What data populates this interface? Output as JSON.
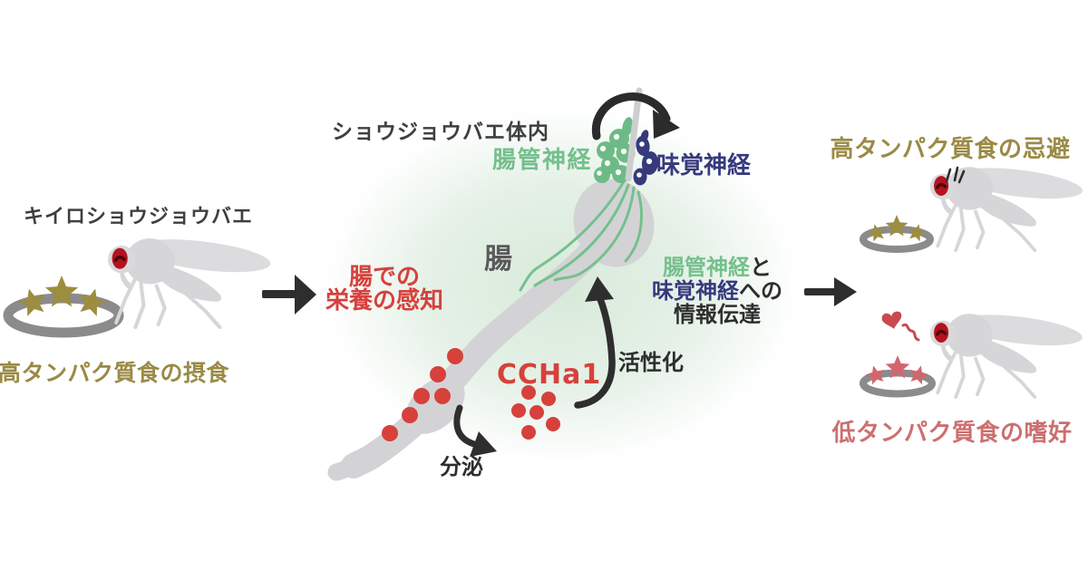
{
  "figure": {
    "title_implicit": "Drosophila gut nutrient sensing diagram"
  },
  "palette": {
    "accent_red": "#d6413c",
    "accent_green": "#74c08d",
    "cluster_green": "#6cbb86",
    "accent_navy": "#363a7d",
    "accent_gold": "#9a8a45",
    "accent_pink": "#cd6f70",
    "star_gold": "#9d8d3f",
    "star_pink": "#d2666e",
    "fly_gray": "#d6d6d8",
    "wing_gray": "#dcdcde",
    "gut_gray": "#d3d3d6",
    "plate_gray": "#8b8b8d",
    "arrow_black": "#2e2e2e",
    "text_dark": "#3f3f3f",
    "eye_red": "#b5121f"
  },
  "icons": {
    "fly-icon": "stylized fruit fly silhouette",
    "plate-icon": "gray ring dish",
    "star-icon": "five-point star",
    "heart-icon": "small heart with squiggle",
    "arrow-right-icon": "black right arrow",
    "curved-arrow-icon": "curved black arrow",
    "loop-arrow-icon": "circular loop arrow",
    "stress-marks-icon": "three short strokes"
  },
  "left_panel": {
    "species_label": "キイロショウジョウバエ",
    "caption": "高タンパク質食の摂食"
  },
  "center_panel": {
    "body_label": "ショウジョウバエ体内",
    "gut_nerve_label": "腸管神経",
    "taste_nerve_label": "味覚神経",
    "gut_label": "腸",
    "sensing_caption": {
      "line1": "腸での",
      "line2": "栄養の感知"
    },
    "hormone_label": "CCHa1",
    "activation_label": "活性化",
    "secretion_label": "分泌",
    "signal_caption": {
      "part1_green": "腸管神経",
      "part1_black": "と",
      "part2_navy": "味覚神経",
      "part2_black": "への",
      "line3": "情報伝達"
    }
  },
  "right_panel": {
    "avoidance_caption": "高タンパク質食の忌避",
    "preference_caption": "低タンパク質食の嗜好"
  }
}
